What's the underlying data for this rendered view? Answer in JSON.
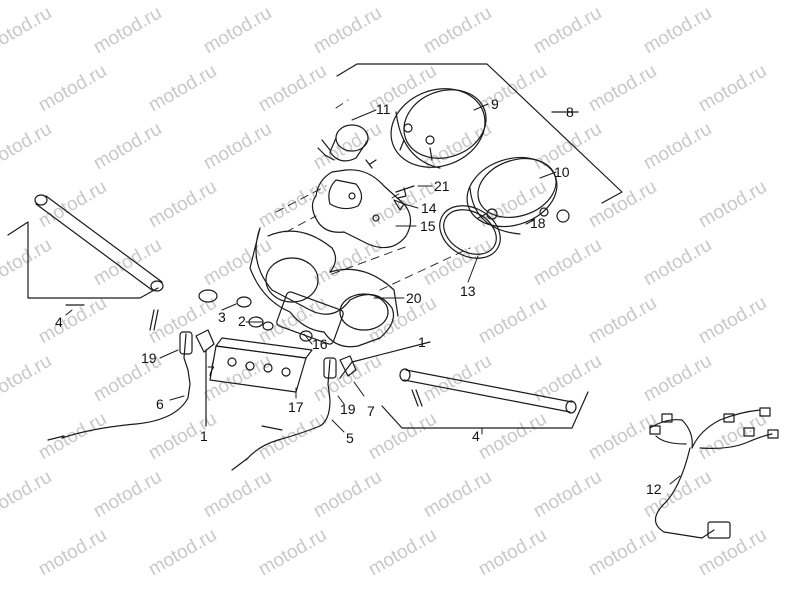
{
  "watermark": "motod.ru",
  "callouts": {
    "c1": "1",
    "c2": "2",
    "c3": "3",
    "c4": "4",
    "c5": "5",
    "c6": "6",
    "c7": "7",
    "c8": "8",
    "c9": "9",
    "c10": "10",
    "c11": "11",
    "c12": "12",
    "c13": "13",
    "c14": "14",
    "c15": "15",
    "c16": "16",
    "c17": "17",
    "c18": "18",
    "c19": "19",
    "c20": "20",
    "c21": "21"
  }
}
